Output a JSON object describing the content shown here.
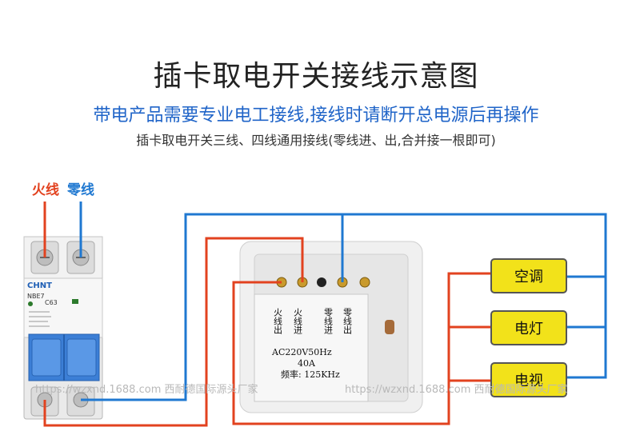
{
  "header": {
    "title": "插卡取电开关接线示意图",
    "subtitle": "带电产品需要专业电工接线,接线时请断开总电源后再操作",
    "note": "插卡取电开关三线、四线通用接线(零线进、出,合并接一根即可)"
  },
  "wire_labels": {
    "live": "火线",
    "neutral": "零线"
  },
  "breaker": {
    "brand": "CHNT",
    "model": "NBE7",
    "rating": "C63"
  },
  "switch": {
    "terminals": {
      "live_out": "火线出",
      "live_in": "火线进",
      "neutral_in": "零线进",
      "neutral_out": "零线出"
    },
    "spec_voltage": "AC220V50Hz",
    "spec_current": "40A",
    "spec_freq": "频率: 125KHz"
  },
  "loads": [
    "空调",
    "电灯",
    "电视"
  ],
  "watermarks": [
    "https://wzxnd.1688.com  西耐德国际源头厂家",
    "https://wzxnd.1688.com  西耐德国际源头厂家"
  ],
  "colors": {
    "live": "#e2421f",
    "neutral": "#1f78d1",
    "load_fill": "#f2e21a",
    "load_stroke": "#555555"
  }
}
